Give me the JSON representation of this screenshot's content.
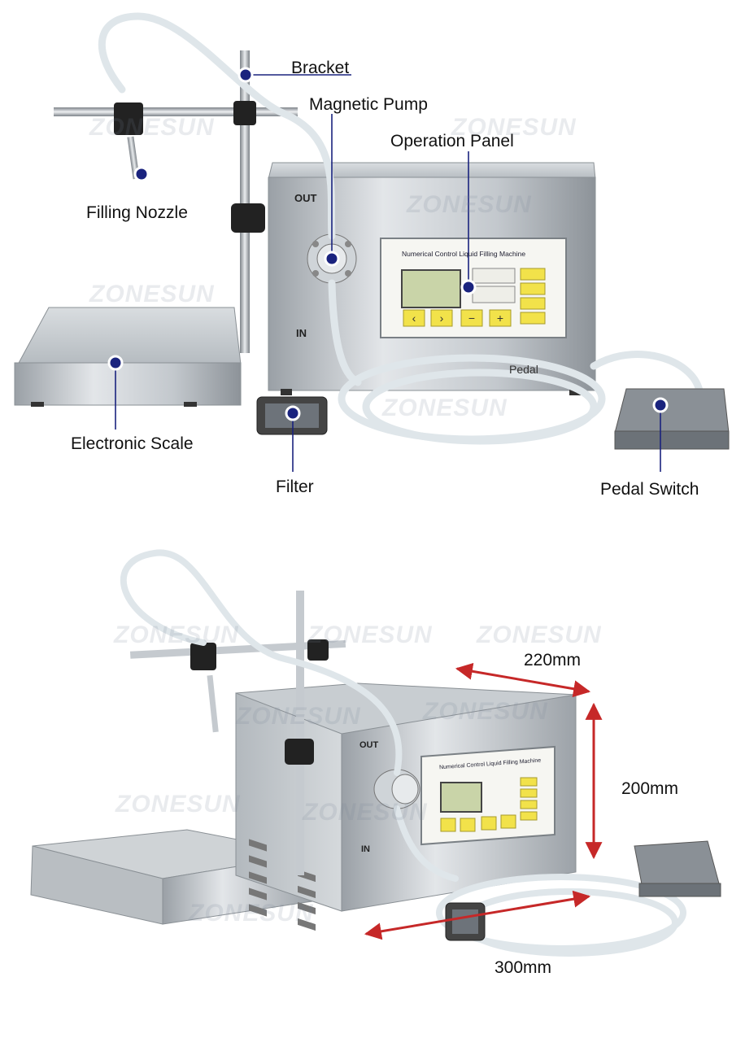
{
  "brand": {
    "watermark": "ZONESUN"
  },
  "colors": {
    "marker": "#1a237e",
    "dimension_arrow": "#c62828",
    "leader": "#1a237e",
    "key_yellow": "#f2e24a"
  },
  "top_view": {
    "callouts": {
      "bracket": "Bracket",
      "magnetic_pump": "Magnetic Pump",
      "operation_panel": "Operation Panel",
      "filling_nozzle": "Filling Nozzle",
      "electronic_scale": "Electronic Scale",
      "filter": "Filter",
      "pedal_switch": "Pedal Switch"
    },
    "machine": {
      "out_label": "OUT",
      "in_label": "IN",
      "panel_title": "Numerical Control Liquid Filling Machine",
      "pedal_tag": "Pedal"
    }
  },
  "bottom_view": {
    "dimensions": {
      "width": "220mm",
      "height": "200mm",
      "depth": "300mm"
    },
    "machine": {
      "out_label": "OUT",
      "in_label": "IN",
      "panel_title": "Numerical Control Liquid Filling Machine"
    }
  }
}
